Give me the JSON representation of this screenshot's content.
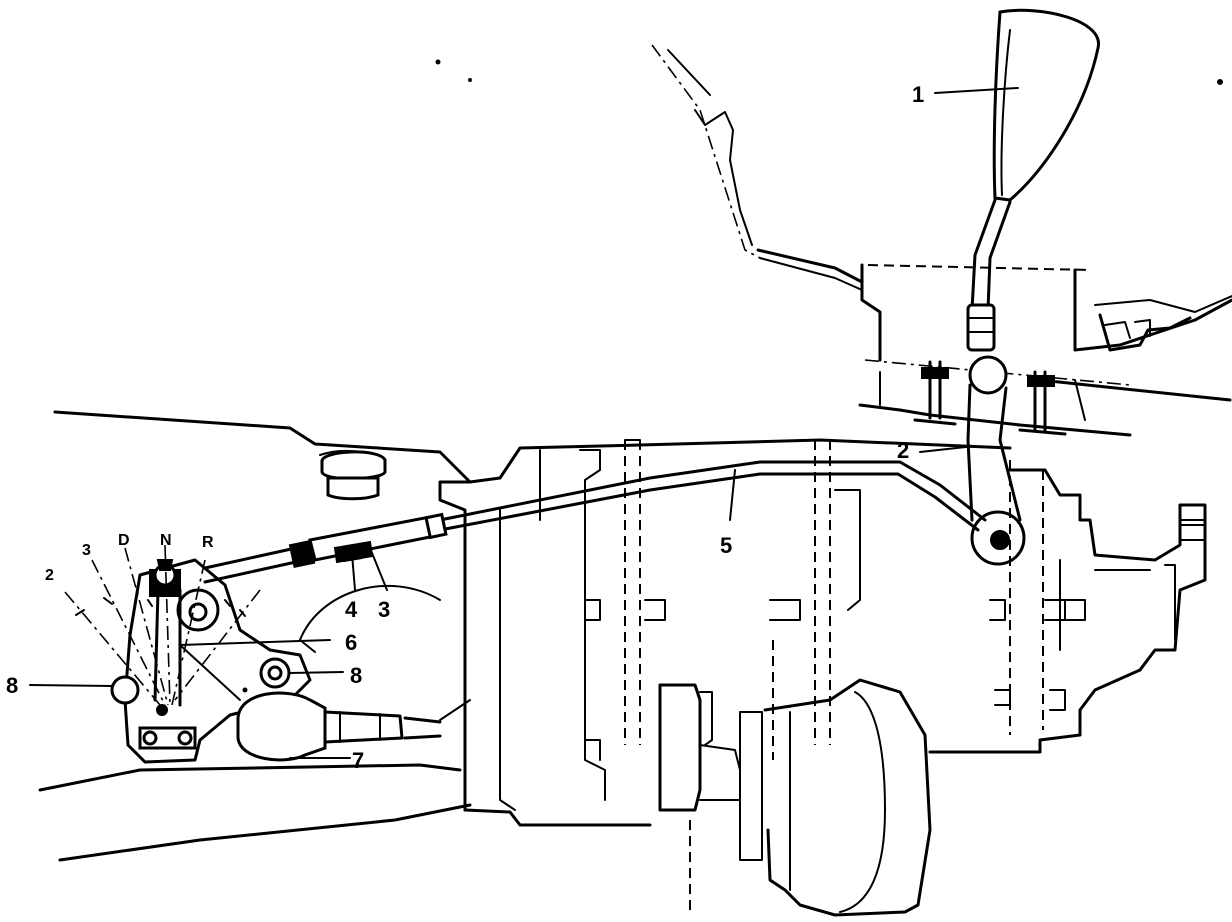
{
  "callouts": {
    "n1": "1",
    "n2_lever": "2",
    "n3_adjuster": "3",
    "n4_locknut": "4",
    "n5_rod": "5",
    "n6_arm": "6",
    "n7_cable": "7",
    "n8_right": "8",
    "n8_left": "8"
  },
  "positions": {
    "p2": "2",
    "p3": "3",
    "pD": "D",
    "pN": "N",
    "pR": "R"
  },
  "colors": {
    "ink": "#000000",
    "paper": "#ffffff"
  }
}
